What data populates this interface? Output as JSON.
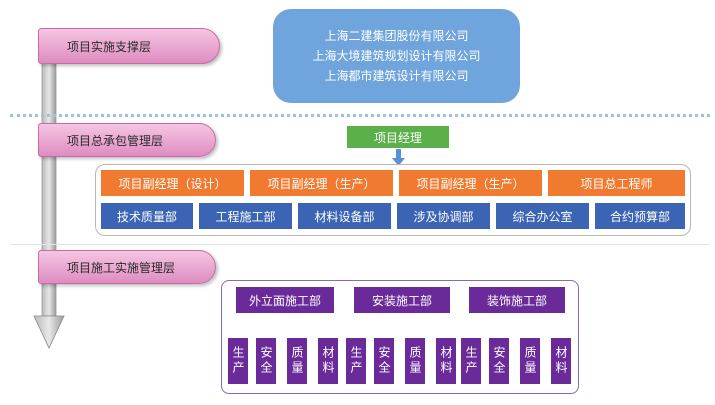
{
  "layers": {
    "support": "项目实施支撑层",
    "general": "项目总承包管理层",
    "construction": "项目施工实施管理层"
  },
  "companies": [
    "上海二建集团股份有限公司",
    "上海大境建筑规划设计有限公司",
    "上海都市建筑设计有限公司"
  ],
  "project_manager": "项目经理",
  "deputies": [
    "项目副经理（设计）",
    "项目副经理（生产）",
    "项目副经理（生产）",
    "项目总工程师"
  ],
  "departments": [
    "技术质量部",
    "工程施工部",
    "材料设备部",
    "涉及协调部",
    "综合办公室",
    "合约预算部"
  ],
  "construction_groups": [
    {
      "name": "外立面施工部",
      "leaves": [
        "生产",
        "安全",
        "质量",
        "材料"
      ]
    },
    {
      "name": "安装施工部",
      "leaves": [
        "生产",
        "安全",
        "质量",
        "材料"
      ]
    },
    {
      "name": "装饰施工部",
      "leaves": [
        "生产",
        "安全",
        "质量",
        "材料"
      ]
    }
  ],
  "colors": {
    "layer_tab": "#df8cc0",
    "company_box": "#6fa4dc",
    "project_manager": "#5bb04a",
    "deputy": "#ef7a30",
    "department": "#3c64b4",
    "construction": "#6a2a9a",
    "arrow": "#9a9a9a"
  }
}
